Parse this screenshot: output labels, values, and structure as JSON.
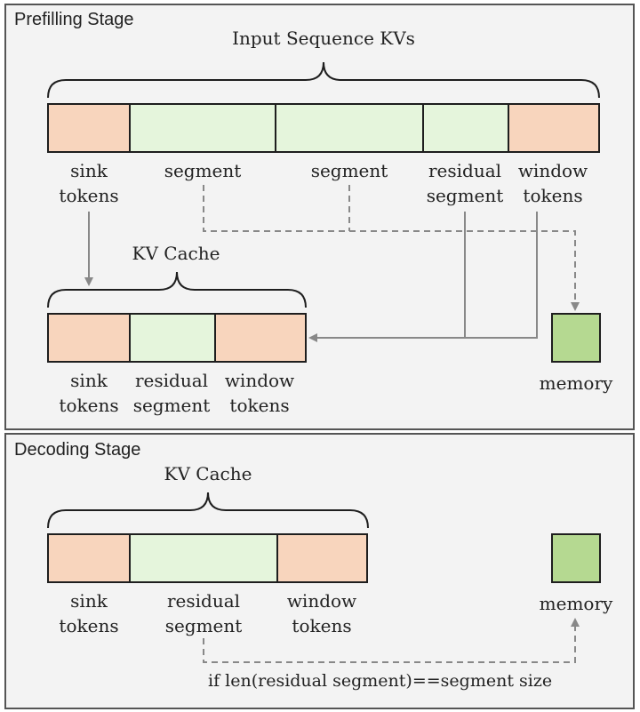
{
  "prefilling": {
    "title": "Prefilling Stage",
    "input_label": "Input Sequence KVs",
    "input_blocks": [
      {
        "type": "sink",
        "label_1": "sink",
        "label_2": "tokens"
      },
      {
        "type": "segment",
        "label_1": "segment",
        "label_2": ""
      },
      {
        "type": "segment",
        "label_1": "segment",
        "label_2": ""
      },
      {
        "type": "residual",
        "label_1": "residual",
        "label_2": "segment"
      },
      {
        "type": "window",
        "label_1": "window",
        "label_2": "tokens"
      }
    ],
    "cache_label": "KV Cache",
    "cache_blocks": [
      {
        "type": "sink",
        "label_1": "sink",
        "label_2": "tokens"
      },
      {
        "type": "residual",
        "label_1": "residual",
        "label_2": "segment"
      },
      {
        "type": "window",
        "label_1": "window",
        "label_2": "tokens"
      }
    ],
    "memory_label": "memory"
  },
  "decoding": {
    "title": "Decoding Stage",
    "cache_label": "KV Cache",
    "cache_blocks": [
      {
        "type": "sink",
        "label_1": "sink",
        "label_2": "tokens"
      },
      {
        "type": "residual",
        "label_1": "residual",
        "label_2": "segment"
      },
      {
        "type": "window",
        "label_1": "window",
        "label_2": "tokens"
      }
    ],
    "memory_label": "memory",
    "condition": "if len(residual segment)==segment size"
  },
  "colors": {
    "sink_window": "#f8d5bd",
    "segment": "#e5f5dc",
    "memory": "#b5d991",
    "border": "#1e1e1e",
    "arrow": "#888888"
  }
}
